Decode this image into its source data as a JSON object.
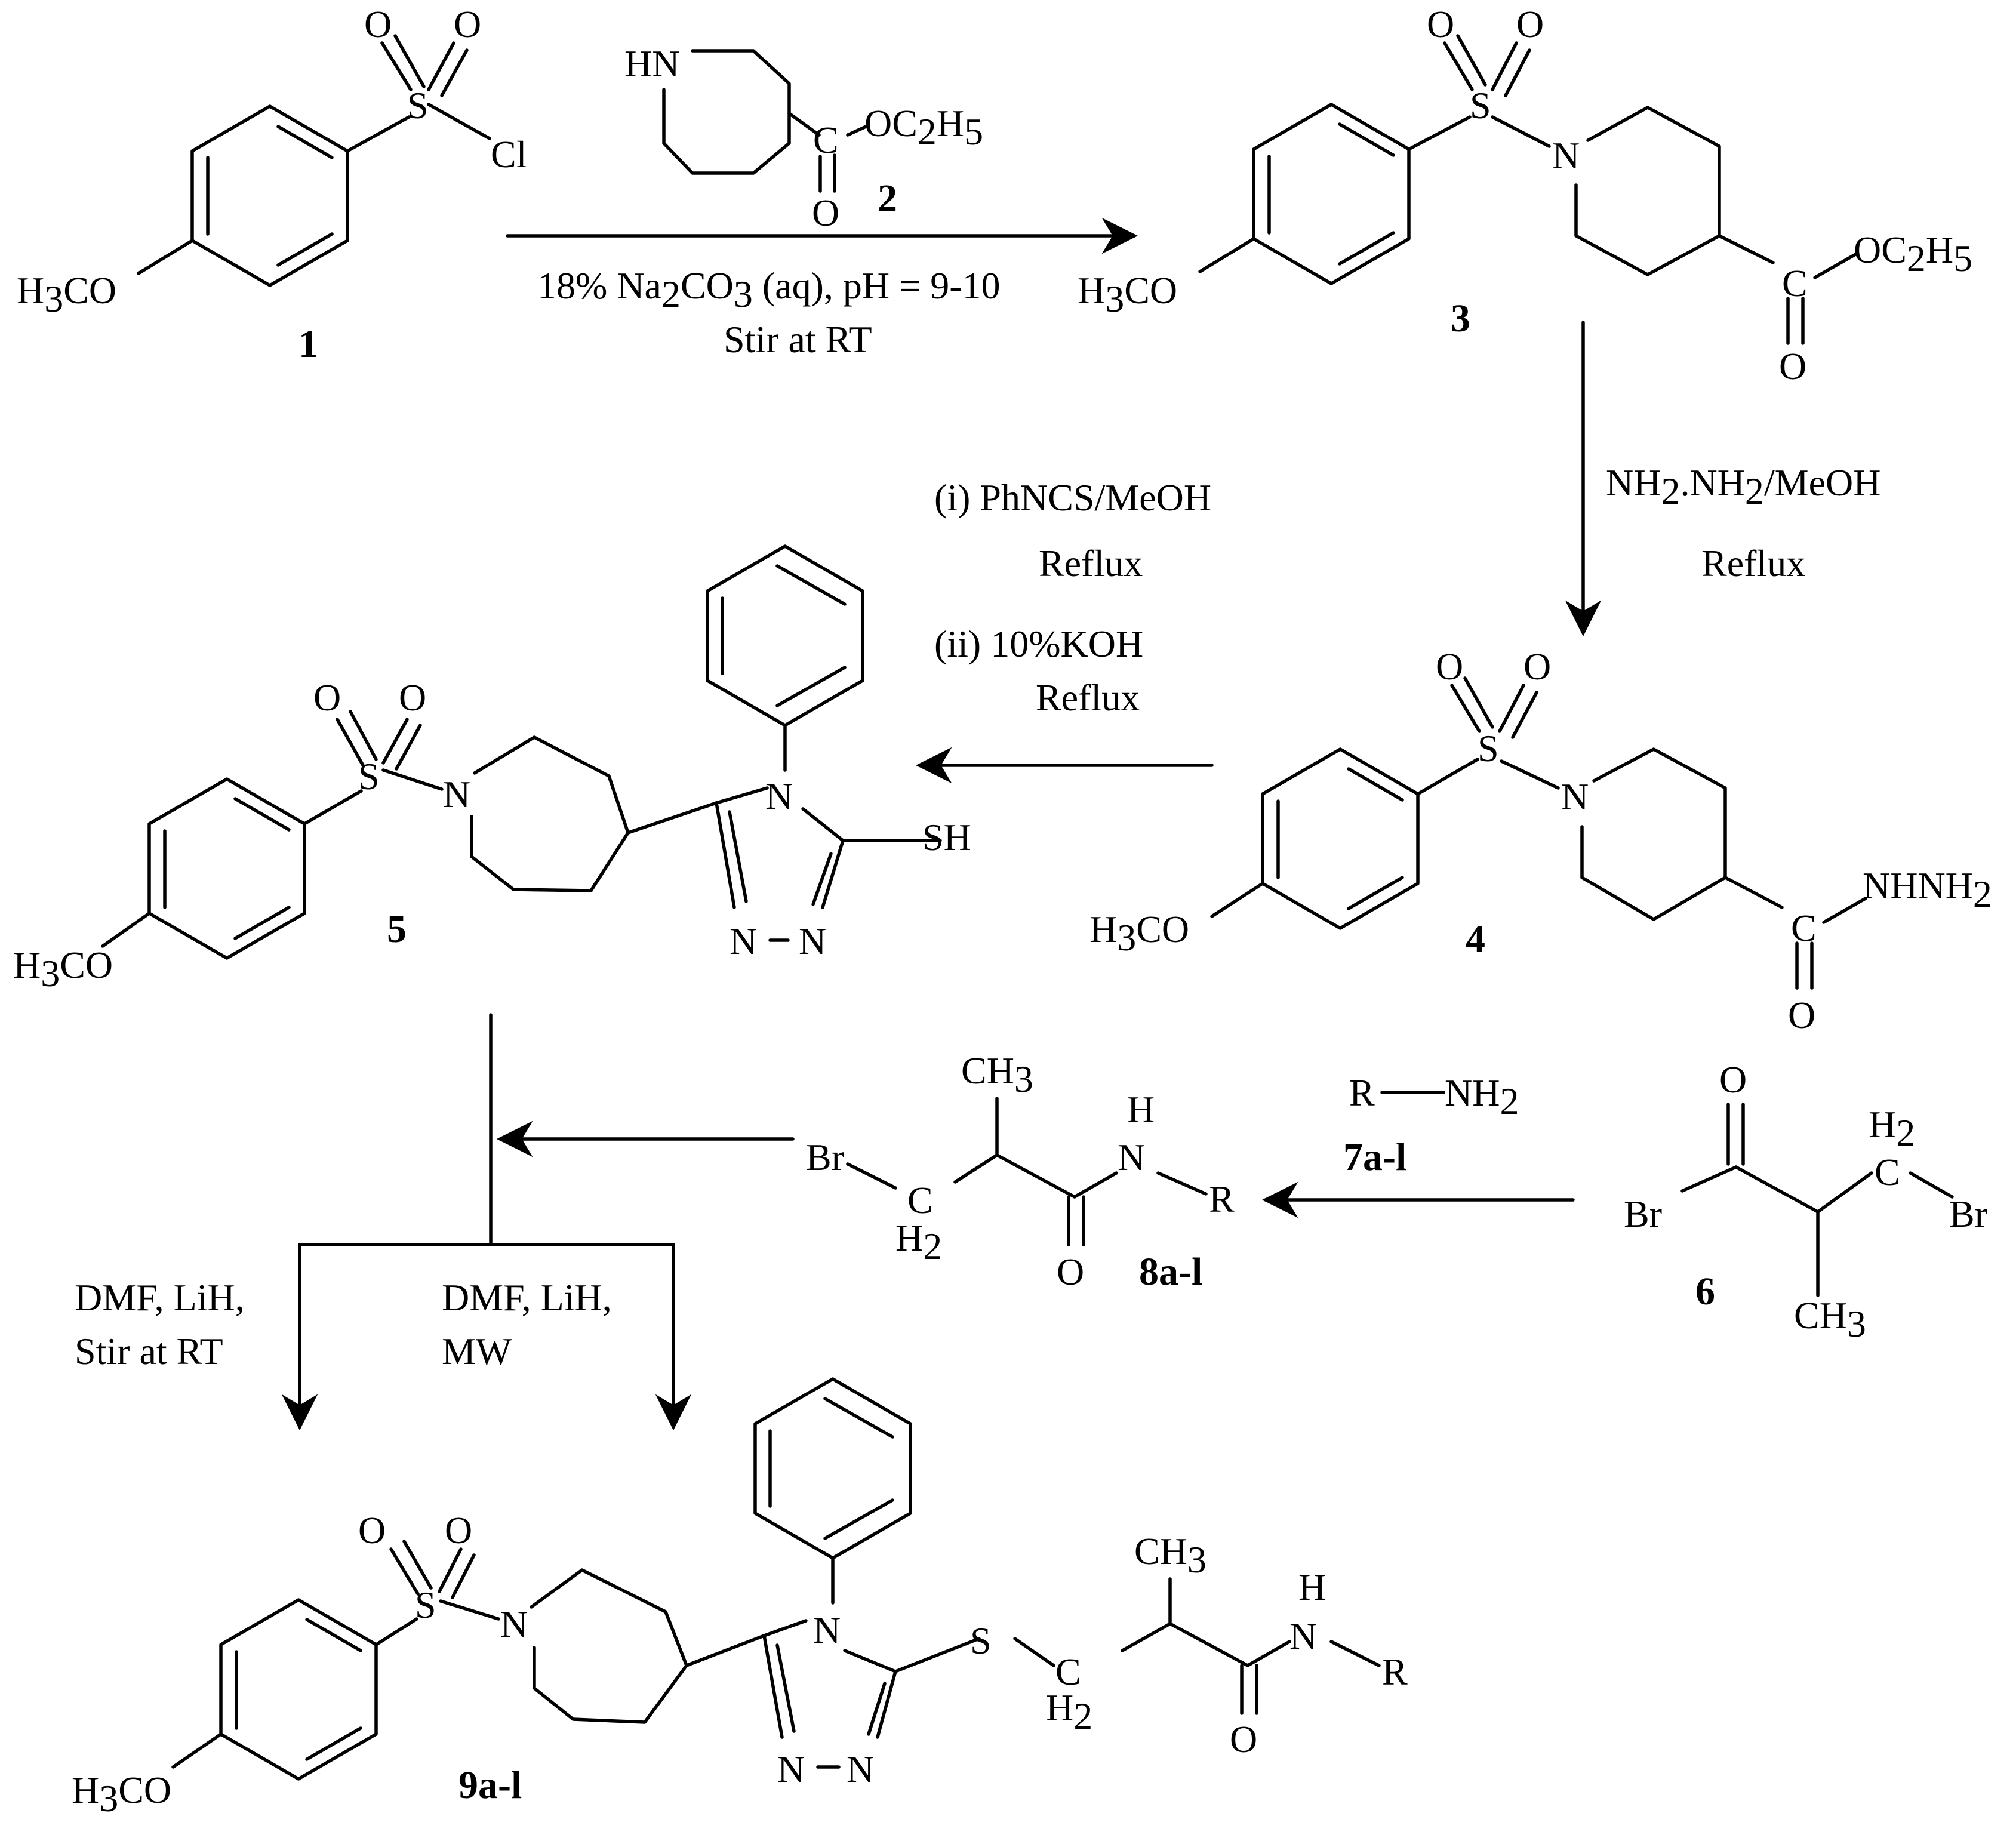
{
  "compounds": {
    "c1": {
      "label": "1",
      "atoms": {
        "s": "S",
        "o1": "O",
        "o2": "O",
        "cl": "Cl",
        "h3co": "H3CO"
      }
    },
    "c2": {
      "label": "2",
      "atoms": {
        "hn": "HN",
        "c": "C",
        "o": "O",
        "oc2h5": "OC2H5"
      }
    },
    "c3": {
      "label": "3",
      "atoms": {
        "s": "S",
        "o1": "O",
        "o2": "O",
        "n": "N",
        "h3co": "H3CO",
        "c": "C",
        "o": "O",
        "oc2h5": "OC2H5"
      }
    },
    "c4": {
      "label": "4",
      "atoms": {
        "s": "S",
        "o1": "O",
        "o2": "O",
        "n": "N",
        "h3co": "H3CO",
        "c": "C",
        "o": "O",
        "nhnh2": "NHNH2"
      }
    },
    "c5": {
      "label": "5",
      "atoms": {
        "s": "S",
        "o1": "O",
        "o2": "O",
        "n": "N",
        "h3co": "H3CO",
        "n4": "N",
        "sh": "SH",
        "n1": "N",
        "n2": "N"
      }
    },
    "c6": {
      "label": "6",
      "atoms": {
        "o": "O",
        "br1": "Br",
        "h2c": "H2",
        "c": "C",
        "br2": "Br",
        "ch3": "CH3"
      }
    },
    "c7": {
      "label": "7a-l",
      "atoms": {
        "r": "R",
        "nh2": "NH2"
      }
    },
    "c8": {
      "label": "8a-l",
      "atoms": {
        "ch3": "CH3",
        "h": "H",
        "n": "N",
        "br": "Br",
        "r": "R",
        "c": "C",
        "h2": "H2",
        "o": "O"
      }
    },
    "c9": {
      "label": "9a-l",
      "atoms": {
        "s": "S",
        "o1": "O",
        "o2": "O",
        "n": "N",
        "h3co": "H3CO",
        "n4": "N",
        "s2": "S",
        "ch3": "CH3",
        "h": "H",
        "nh": "N",
        "r": "R",
        "c": "C",
        "h2": "H2",
        "n1": "N",
        "n2": "N",
        "o": "O"
      }
    }
  },
  "conditions": {
    "step1": {
      "line1": "18% Na2CO3 (aq), pH = 9-10",
      "line2": "Stir at RT"
    },
    "step2": {
      "line1": "NH2.NH2/MeOH",
      "line2": "Reflux"
    },
    "step3": {
      "line1": "(i) PhNCS/MeOH",
      "line2": "Reflux",
      "line3": "(ii) 10%KOH",
      "line4": "Reflux"
    },
    "step4_left": {
      "line1": "DMF, LiH,",
      "line2": "Stir at RT"
    },
    "step4_right": {
      "line1": "DMF, LiH,",
      "line2": "MW"
    }
  }
}
